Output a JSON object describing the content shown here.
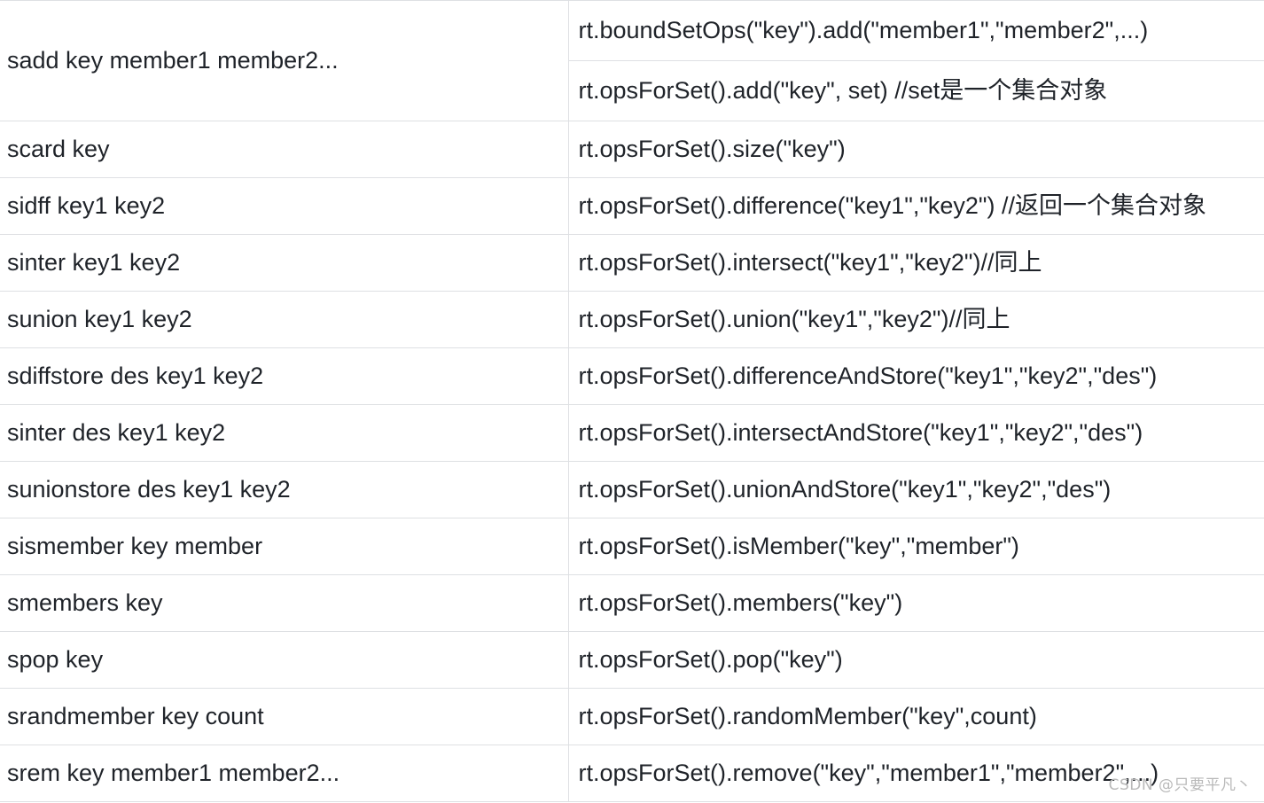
{
  "table": {
    "rows": [
      {
        "redis": "sadd key member1 member2...",
        "java": [
          "rt.boundSetOps(\"key\").add(\"member1\",\"member2\",...)",
          "rt.opsForSet().add(\"key\", set) //set是一个集合对象"
        ]
      },
      {
        "redis": "scard key",
        "java": "rt.opsForSet().size(\"key\")"
      },
      {
        "redis": "sidff key1 key2",
        "java": "rt.opsForSet().difference(\"key1\",\"key2\") //返回一个集合对象"
      },
      {
        "redis": "sinter key1 key2",
        "java": "rt.opsForSet().intersect(\"key1\",\"key2\")//同上"
      },
      {
        "redis": "sunion key1 key2",
        "java": "rt.opsForSet().union(\"key1\",\"key2\")//同上"
      },
      {
        "redis": "sdiffstore des key1 key2",
        "java": "rt.opsForSet().differenceAndStore(\"key1\",\"key2\",\"des\")"
      },
      {
        "redis": "sinter des key1 key2",
        "java": "rt.opsForSet().intersectAndStore(\"key1\",\"key2\",\"des\")"
      },
      {
        "redis": "sunionstore des key1 key2",
        "java": "rt.opsForSet().unionAndStore(\"key1\",\"key2\",\"des\")"
      },
      {
        "redis": "sismember key member",
        "java": "rt.opsForSet().isMember(\"key\",\"member\")"
      },
      {
        "redis": "smembers key",
        "java": "rt.opsForSet().members(\"key\")"
      },
      {
        "redis": "spop key",
        "java": "rt.opsForSet().pop(\"key\")"
      },
      {
        "redis": "srandmember key count",
        "java": "rt.opsForSet().randomMember(\"key\",count)"
      },
      {
        "redis": "srem key member1 member2...",
        "java": "rt.opsForSet().remove(\"key\",\"member1\",\"member2\",...)"
      }
    ]
  },
  "watermark": "CSDN @只要平凡丶",
  "colors": {
    "text": "#1f2329",
    "border": "#dee0e3",
    "watermark": "#b9b9b9"
  }
}
